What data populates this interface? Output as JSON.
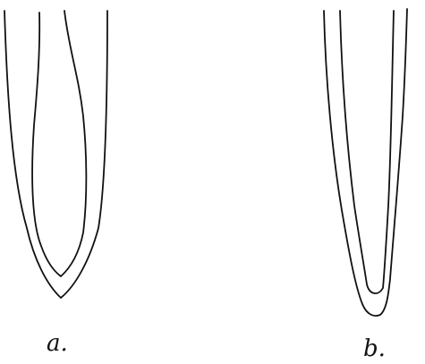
{
  "figure": {
    "panels": [
      {
        "id": "a",
        "label": "a."
      },
      {
        "id": "b",
        "label": "b."
      }
    ],
    "ink_color": "#111111",
    "background_color": "#ffffff"
  }
}
